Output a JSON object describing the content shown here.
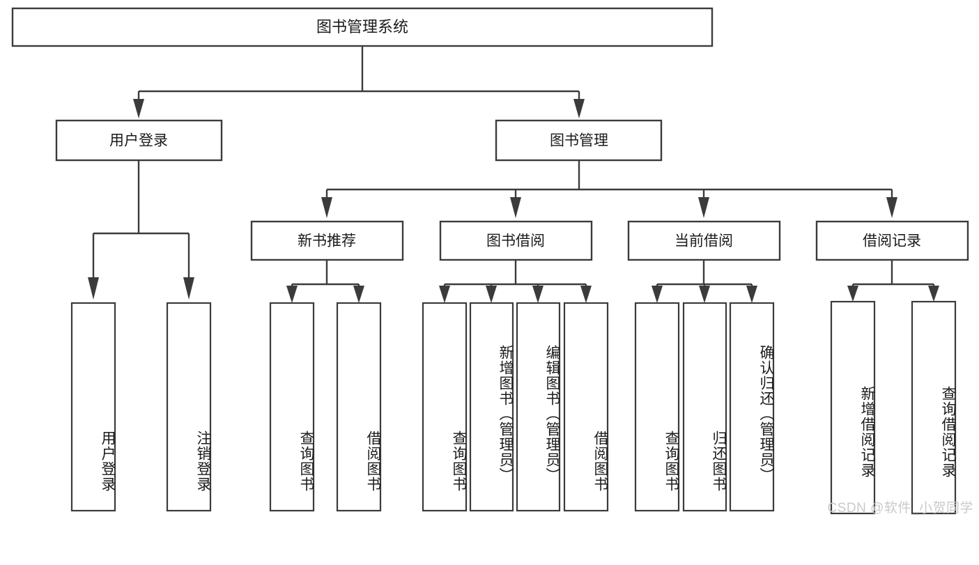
{
  "diagram": {
    "title": "图书管理系统",
    "type": "tree-structure-chart",
    "watermark": "CSDN @软件_小贺同学",
    "colors": {
      "stroke": "#3b3b3b",
      "fill": "#ffffff",
      "text": "#1b1b1b",
      "watermark": "#c9c9c9"
    },
    "root": {
      "label": "图书管理系统"
    },
    "level2": [
      {
        "label": "用户登录"
      },
      {
        "label": "图书管理"
      }
    ],
    "level3": [
      {
        "label": "新书推荐"
      },
      {
        "label": "图书借阅"
      },
      {
        "label": "当前借阅"
      },
      {
        "label": "借阅记录"
      }
    ],
    "leaves": {
      "user_login": [
        {
          "label": "用户登录"
        },
        {
          "label": "注销登录"
        }
      ],
      "new_book_recommend": [
        {
          "label": "查询图书"
        },
        {
          "label": "借阅图书"
        }
      ],
      "book_borrow": [
        {
          "label": "查询图书"
        },
        {
          "label": "新增图书（管理员）"
        },
        {
          "label": "编辑图书（管理员）"
        },
        {
          "label": "借阅图书"
        }
      ],
      "current_borrow": [
        {
          "label": "查询图书"
        },
        {
          "label": "归还图书"
        },
        {
          "label": "确认归还（管理员）"
        }
      ],
      "borrow_record": [
        {
          "label": "新增借阅记录"
        },
        {
          "label": "查询借阅记录"
        }
      ]
    }
  }
}
